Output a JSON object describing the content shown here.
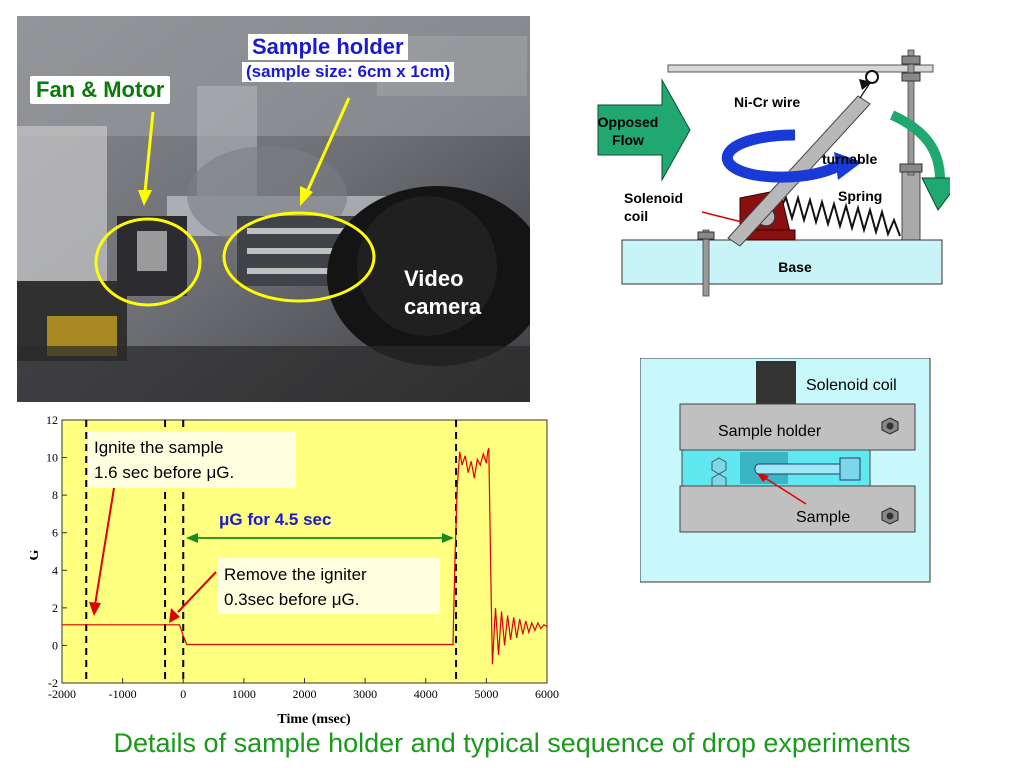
{
  "photo": {
    "fan_motor_label": "Fan & Motor",
    "sample_holder_label": "Sample holder",
    "sample_size_label": "(sample size: 6cm x 1cm)",
    "video_camera_line1": "Video",
    "video_camera_line2": "camera"
  },
  "mechanism": {
    "opposed_flow_line1": "Opposed",
    "opposed_flow_line2": "Flow",
    "nicr_wire": "Ni-Cr wire",
    "turnable": "turnable",
    "solenoid_line1": "Solenoid",
    "solenoid_line2": "coil",
    "spring": "Spring",
    "base": "Base"
  },
  "holder_detail": {
    "solenoid_coil": "Solenoid coil",
    "sample_holder": "Sample holder",
    "sample": "Sample"
  },
  "chart_data": {
    "type": "line",
    "xlabel": "Time (msec)",
    "ylabel": "G",
    "xlim": [
      -2000,
      6000
    ],
    "ylim": [
      -2,
      12
    ],
    "x_ticks": [
      "-2000",
      "-1000",
      "0",
      "1000",
      "2000",
      "3000",
      "4000",
      "5000",
      "6000"
    ],
    "y_ticks": [
      "-2",
      "0",
      "2",
      "4",
      "6",
      "8",
      "10",
      "12"
    ],
    "grid": false,
    "background": "#ffff80",
    "line_color": "#e00000",
    "vertical_markers_x": [
      -1600,
      -300,
      0,
      4500
    ],
    "series": [
      {
        "x": [
          -2000,
          -1600,
          -300,
          -60,
          0,
          60,
          4450,
          4480,
          4520,
          4560,
          4600,
          4650,
          4700,
          4750,
          4800,
          4850,
          4900,
          4950,
          5000,
          5020,
          5040,
          5080,
          5100,
          5150,
          5200,
          5250,
          5300,
          5350,
          5400,
          5450,
          5500,
          5550,
          5600,
          5650,
          5700,
          5750,
          5800,
          5850,
          5900,
          5950,
          6000
        ],
        "values": [
          1.1,
          1.1,
          1.1,
          1.1,
          0.5,
          0.05,
          0.05,
          4.5,
          8.5,
          10.3,
          9.6,
          10.1,
          9.2,
          9.8,
          8.9,
          9.9,
          9.6,
          10.2,
          9.7,
          10.3,
          10.5,
          2.5,
          -1.0,
          2.0,
          -0.5,
          1.8,
          0.0,
          1.6,
          0.3,
          1.5,
          0.4,
          1.4,
          0.6,
          1.3,
          0.7,
          1.2,
          0.8,
          1.2,
          0.9,
          1.1,
          1.0
        ]
      }
    ],
    "annotations": {
      "ignite_line1": "Ignite the sample",
      "ignite_line2": "1.6 sec before μG.",
      "remove_line1": "Remove the igniter",
      "remove_line2": "0.3sec before μG.",
      "ug_duration": "μG for 4.5 sec"
    }
  },
  "caption": "Details of sample holder and typical sequence of drop experiments"
}
